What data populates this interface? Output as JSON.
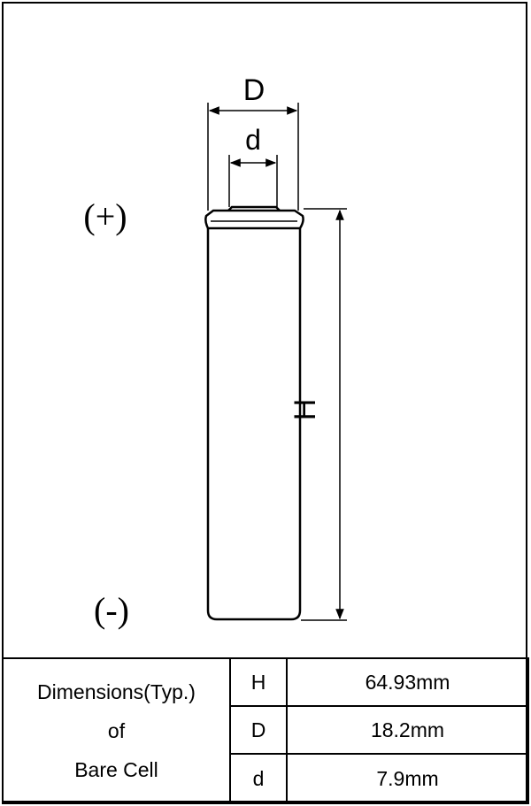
{
  "drawing": {
    "label_D": "D",
    "label_d": "d",
    "label_H": "H",
    "positive_terminal": "(+)",
    "negative_terminal": "(-)"
  },
  "table": {
    "caption_lines": [
      "Dimensions(Typ.)",
      "of",
      "Bare Cell"
    ],
    "rows": [
      {
        "symbol": "H",
        "value": "64.93mm"
      },
      {
        "symbol": "D",
        "value": "18.2mm"
      },
      {
        "symbol": "d",
        "value": "7.9mm"
      }
    ]
  }
}
